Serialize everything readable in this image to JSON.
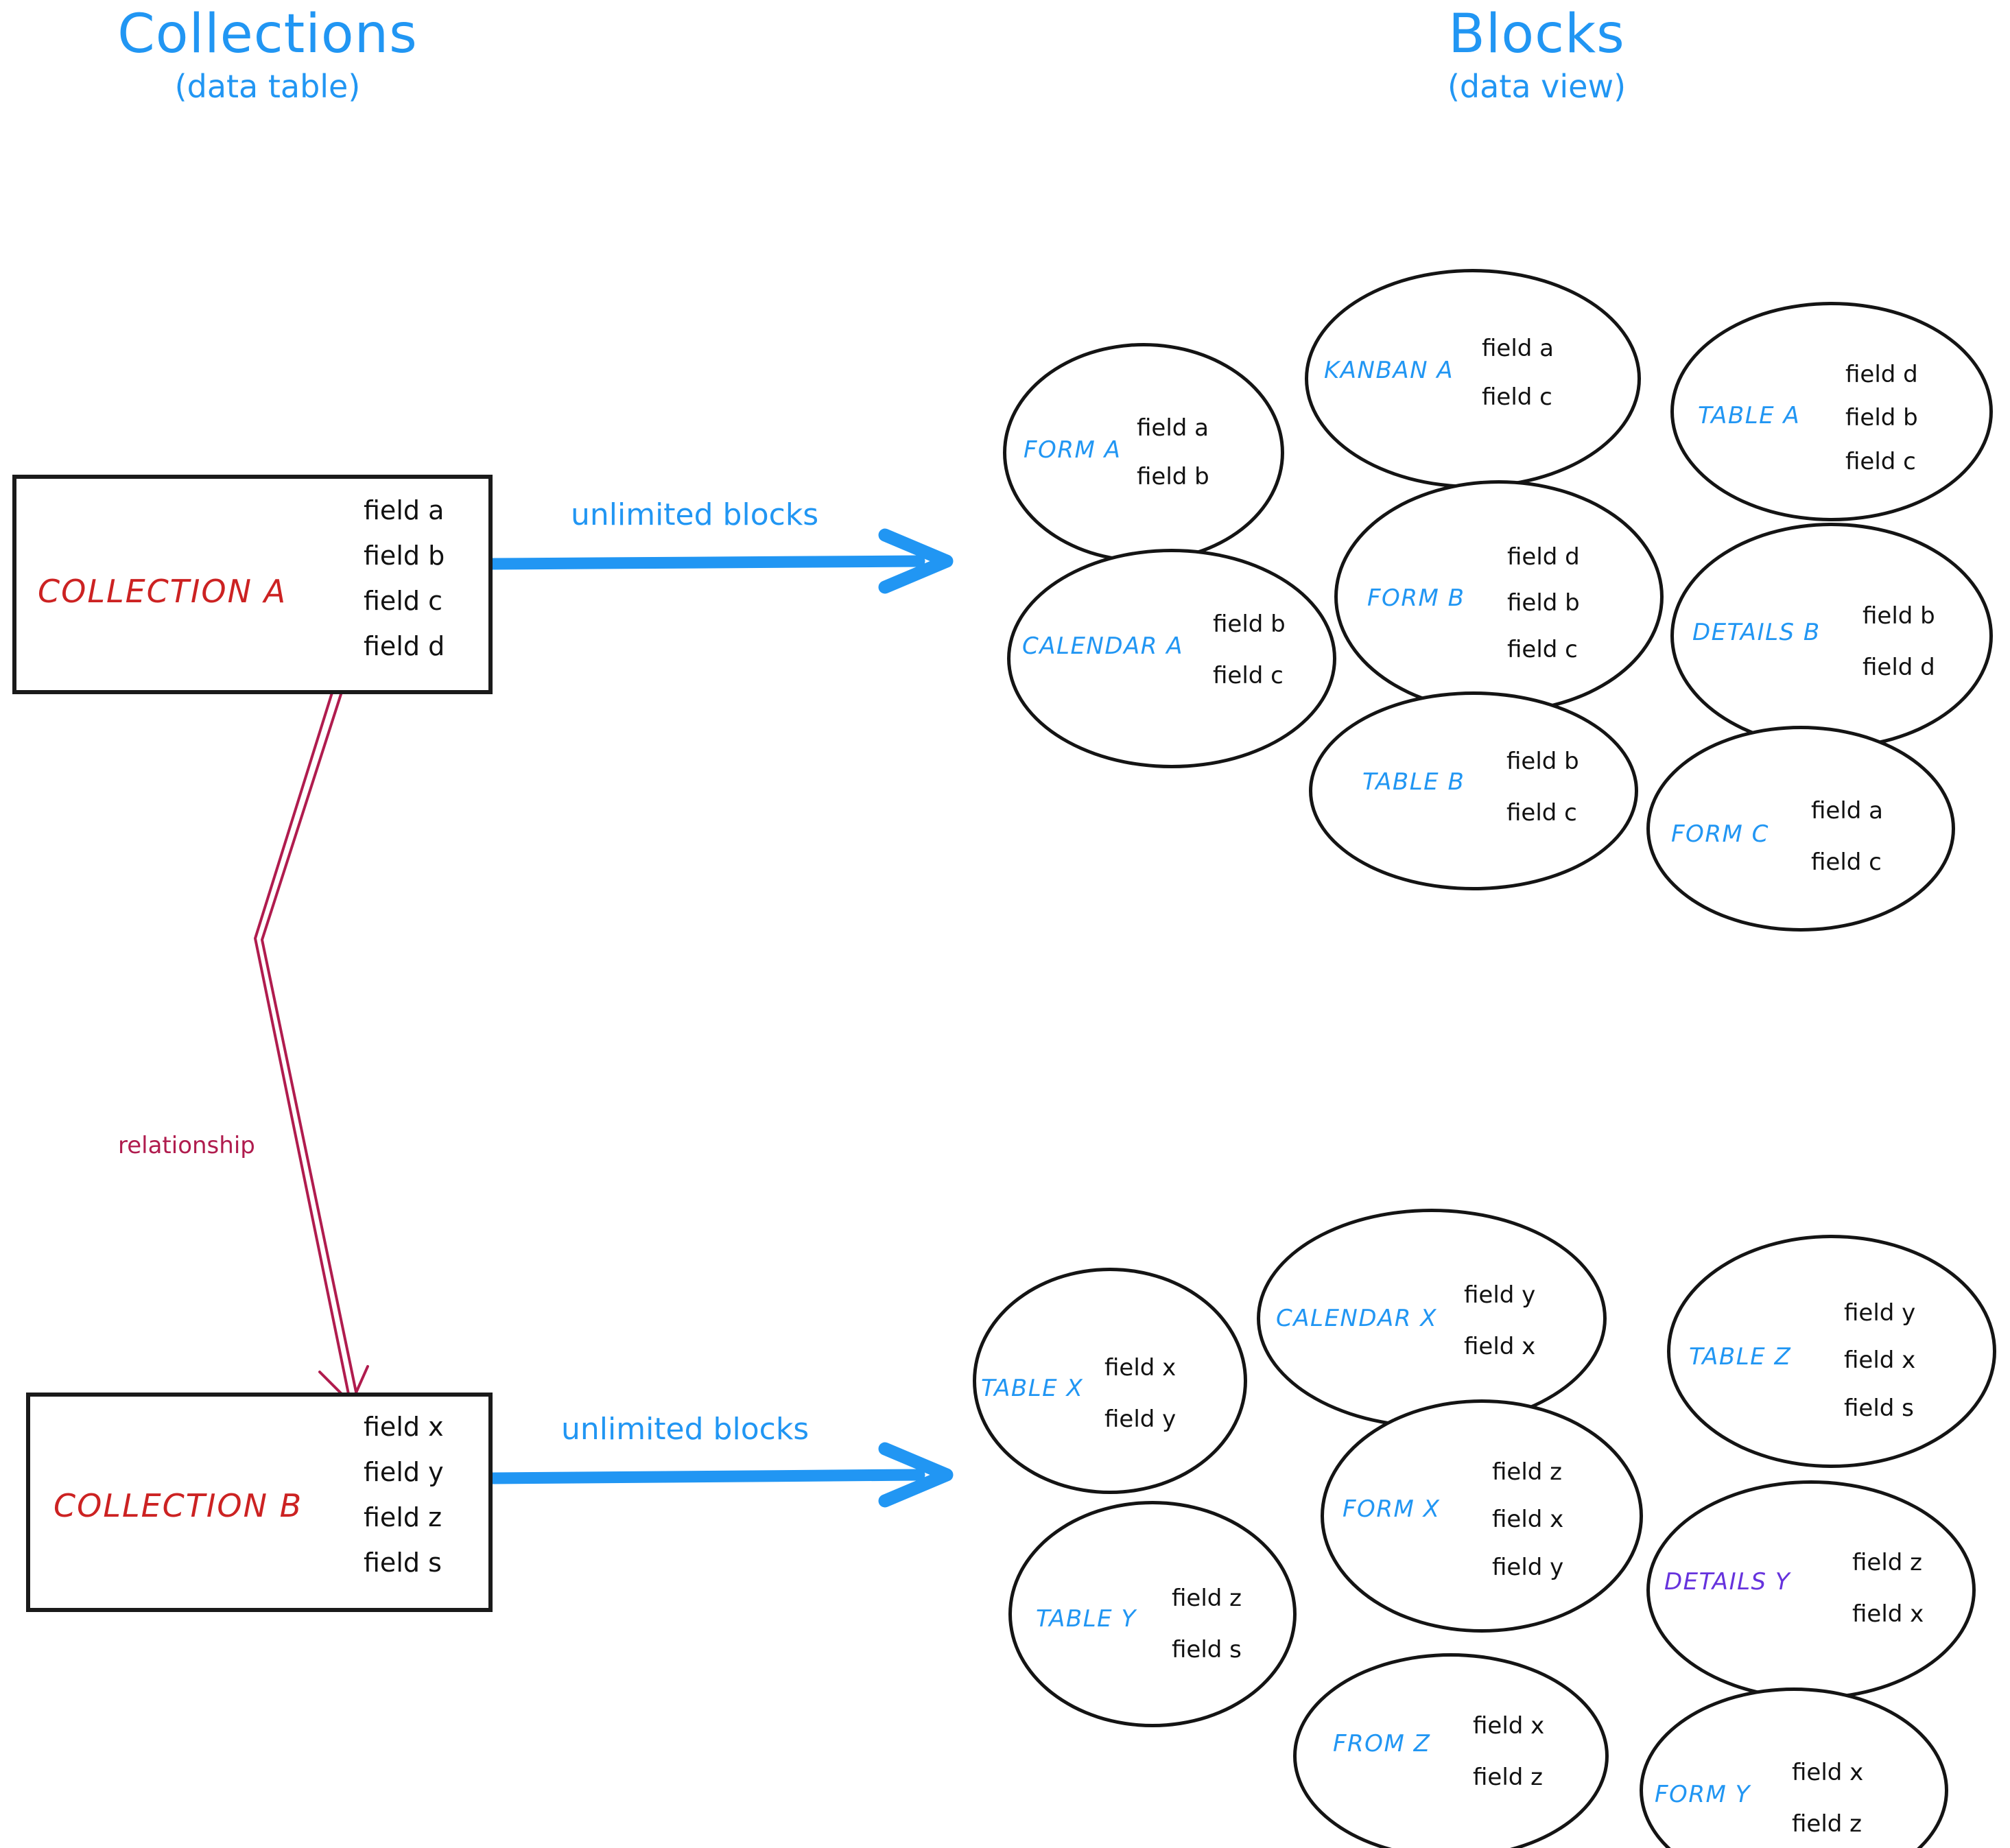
{
  "titles": {
    "left": {
      "main": "Collections",
      "sub": "(data table)"
    },
    "right": {
      "main": "Blocks",
      "sub": "(data view)"
    }
  },
  "colors": {
    "accent_blue": "#2196f3",
    "collection_red": "#cc2222",
    "relationship_crimson": "#b01c4e",
    "details_purple": "#6633dd",
    "ink_black": "#141414"
  },
  "collections": [
    {
      "name": "COLLECTION A",
      "fields": [
        "field a",
        "field b",
        "field c",
        "field d"
      ]
    },
    {
      "name": "COLLECTION B",
      "fields": [
        "field x",
        "field y",
        "field z",
        "field s"
      ]
    }
  ],
  "arrows": {
    "top_label": "unlimited blocks",
    "bottom_label": "unlimited blocks",
    "relationship_label": "relationship"
  },
  "blocks_top": [
    {
      "label": "FORM A",
      "color": "#2196f3",
      "fields": [
        "field a",
        "field b"
      ]
    },
    {
      "label": "KANBAN A",
      "color": "#2196f3",
      "fields": [
        "field a",
        "field c"
      ]
    },
    {
      "label": "TABLE A",
      "color": "#2196f3",
      "fields": [
        "field d",
        "field b",
        "field c"
      ]
    },
    {
      "label": "CALENDAR A",
      "color": "#2196f3",
      "fields": [
        "field b",
        "field c"
      ]
    },
    {
      "label": "FORM B",
      "color": "#2196f3",
      "fields": [
        "field d",
        "field b",
        "field c"
      ]
    },
    {
      "label": "DETAILS B",
      "color": "#2196f3",
      "fields": [
        "field b",
        "field d"
      ]
    },
    {
      "label": "TABLE B",
      "color": "#2196f3",
      "fields": [
        "field b",
        "field c"
      ]
    },
    {
      "label": "FORM C",
      "color": "#2196f3",
      "fields": [
        "field a",
        "field c"
      ]
    }
  ],
  "blocks_bottom": [
    {
      "label": "TABLE X",
      "color": "#2196f3",
      "fields": [
        "field x",
        "field y"
      ]
    },
    {
      "label": "CALENDAR X",
      "color": "#2196f3",
      "fields": [
        "field y",
        "field x"
      ]
    },
    {
      "label": "TABLE Z",
      "color": "#2196f3",
      "fields": [
        "field y",
        "field x",
        "field s"
      ]
    },
    {
      "label": "TABLE Y",
      "color": "#2196f3",
      "fields": [
        "field z",
        "field s"
      ]
    },
    {
      "label": "FORM X",
      "color": "#2196f3",
      "fields": [
        "field z",
        "field x",
        "field y"
      ]
    },
    {
      "label": "DETAILS Y",
      "color": "#6633dd",
      "fields": [
        "field z",
        "field x"
      ]
    },
    {
      "label": "FROM Z",
      "color": "#2196f3",
      "fields": [
        "field x",
        "field z"
      ]
    },
    {
      "label": "FORM Y",
      "color": "#2196f3",
      "fields": [
        "field x",
        "field z"
      ]
    }
  ]
}
